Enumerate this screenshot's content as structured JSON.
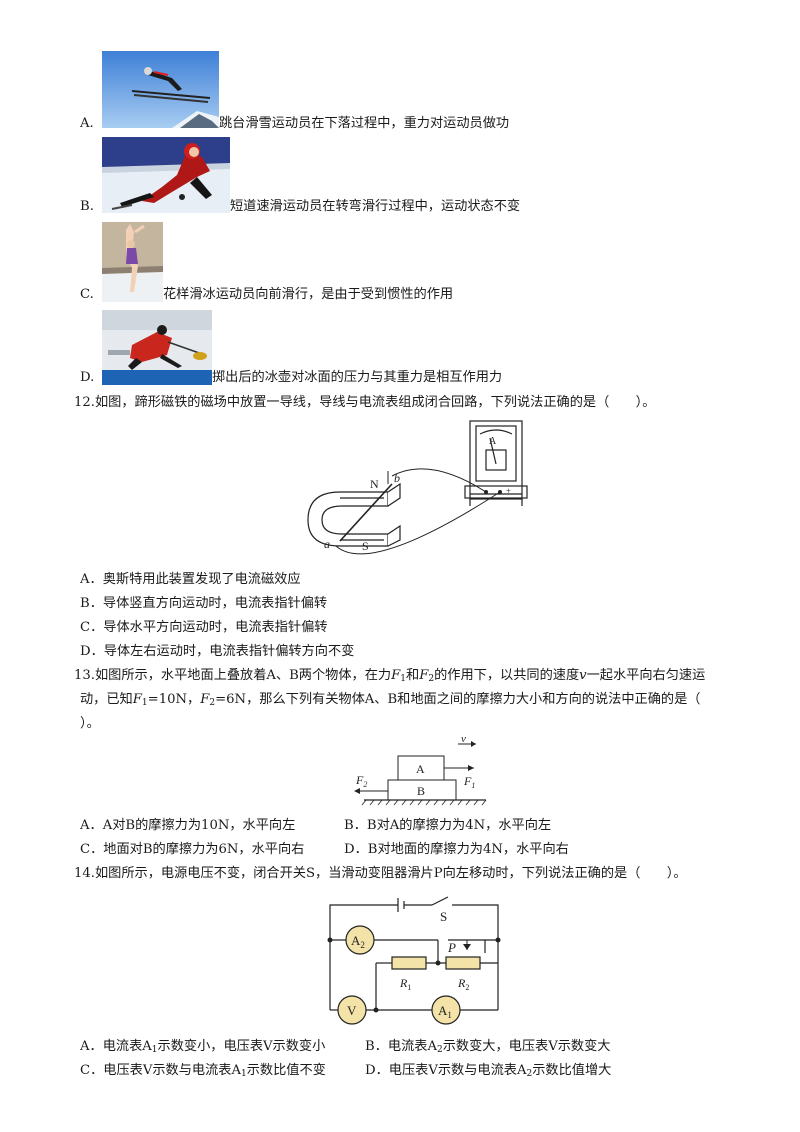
{
  "q11_options": [
    {
      "letter": "A.",
      "text": "跳台滑雪运动员在下落过程中，重力对运动员做功"
    },
    {
      "letter": "B.",
      "text": "短道速滑运动员在转弯滑行过程中，运动状态不变"
    },
    {
      "letter": "C.",
      "text": "花样滑冰运动员向前滑行，是由于受到惯性的作用"
    },
    {
      "letter": "D.",
      "text": "掷出后的冰壶对冰面的压力与其重力是相互作用力"
    }
  ],
  "q12": {
    "stem": "12.如图，蹄形磁铁的磁场中放置一导线，导线与电流表组成闭合回路，下列说法正确的是（　　）。",
    "labels": {
      "n": "N",
      "s": "S",
      "a": "a",
      "b": "b",
      "meter": "A",
      "plus": "+"
    },
    "options": [
      "A．奥斯特用此装置发现了电流磁效应",
      "B．导体竖直方向运动时，电流表指针偏转",
      "C．导体水平方向运动时，电流表指针偏转",
      "D．导体左右运动时，电流表指针偏转方向不变"
    ]
  },
  "q13": {
    "stem_l1_a": "13.如图所示，水平地面上叠放着A、B两个物体，在力",
    "stem_l1_f1": "F",
    "stem_l1_sub1": "1",
    "stem_l1_and": "和",
    "stem_l1_f2": "F",
    "stem_l1_sub2": "2",
    "stem_l1_b": "的作用下，以共同的速度",
    "stem_l1_v": "v",
    "stem_l1_c": "一起水平向右匀速运",
    "stem_l2_a": "动，已知",
    "stem_l2_f1": "F",
    "stem_l2_sub1": "1",
    "stem_l2_b": "=10N，",
    "stem_l2_f2": "F",
    "stem_l2_sub2": "2",
    "stem_l2_c": "=6N，那么下列有关物体A、B和地面之间的摩擦力大小和方向的说法中正确的是（",
    "stem_l3": "）。",
    "labels": {
      "a": "A",
      "b": "B",
      "v": "v",
      "f1": "F",
      "f1sub": "1",
      "f2": "F",
      "f2sub": "2"
    },
    "options": [
      "A．A对B的摩擦力为10N，水平向左",
      "B．B对A的摩擦力为4N，水平向左",
      "C．地面对B的摩擦力为6N，水平向右",
      "D．B对地面的摩擦力为4N，水平向右"
    ]
  },
  "q14": {
    "stem": "14.如图所示，电源电压不变，闭合开关S，当滑动变阻器滑片P向左移动时，下列说法正确的是（　　）。",
    "labels": {
      "s": "S",
      "p": "P",
      "a": "A",
      "a2sub": "2",
      "a1sub": "1",
      "v": "V",
      "r": "R",
      "r1sub": "1",
      "r2sub": "2"
    },
    "options": [
      {
        "a": "A．电流表A",
        "sub": "1",
        "b": "示数变小，电压表V示数变小"
      },
      {
        "a": "B．电流表A",
        "sub": "2",
        "b": "示数变大，电压表V示数变大"
      },
      {
        "a": "C．电压表V示数与电流表A",
        "sub": "1",
        "b": "示数比值不变"
      },
      {
        "a": "D．电压表V示数与电流表A",
        "sub": "2",
        "b": "示数比值增大"
      }
    ]
  }
}
